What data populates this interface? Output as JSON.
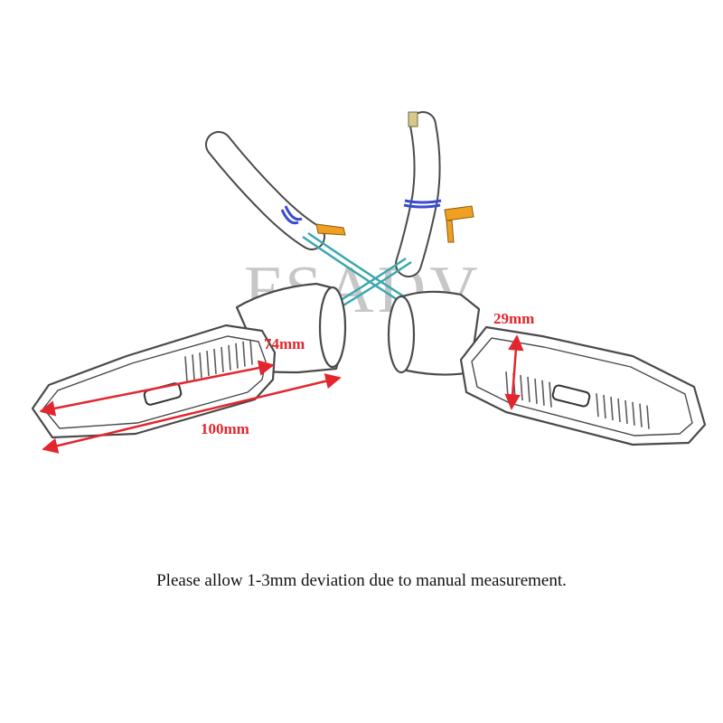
{
  "watermark": "FSADV",
  "dimensions": {
    "lens_length": "74mm",
    "total_length": "100mm",
    "height": "29mm"
  },
  "caption": "Please allow 1-3mm deviation due to manual measurement.",
  "colors": {
    "annotation": "#e3262e",
    "outline": "#4a4a4a",
    "wire": "#3aa7b0",
    "band": "#3a4bd0",
    "connector": "#f0a020"
  }
}
